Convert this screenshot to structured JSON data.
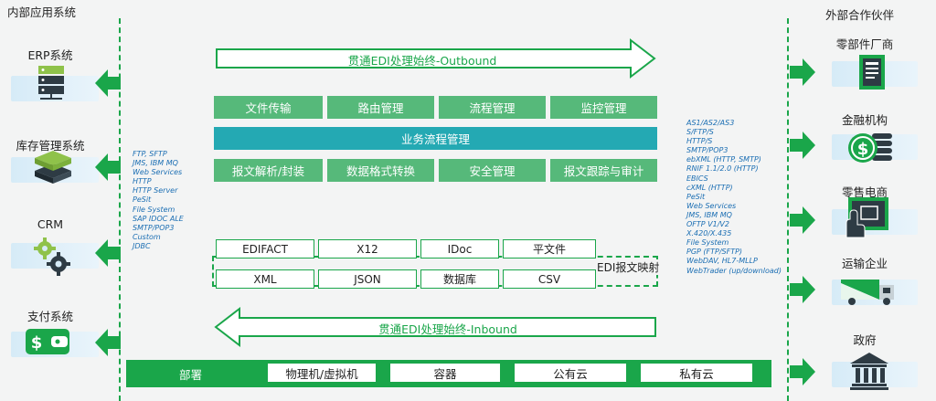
{
  "left_section": {
    "title": "内部应用系统"
  },
  "right_section": {
    "title": "外部合作伙伴"
  },
  "internal_systems": [
    {
      "label": "ERP系统",
      "icon": "server-rack-icon"
    },
    {
      "label": "库存管理系统",
      "icon": "stacked-layers-icon"
    },
    {
      "label": "CRM",
      "icon": "gears-icon"
    },
    {
      "label": "支付系统",
      "icon": "wallet-icon"
    }
  ],
  "external_partners": [
    {
      "label": "零部件厂商",
      "icon": "document-list-icon"
    },
    {
      "label": "金融机构",
      "icon": "coins-dollar-icon"
    },
    {
      "label": "零售电商",
      "icon": "touchscreen-hand-icon"
    },
    {
      "label": "运输企业",
      "icon": "truck-icon"
    },
    {
      "label": "政府",
      "icon": "government-building-icon"
    }
  ],
  "outbound_label": "贯通EDI处理始终-Outbound",
  "inbound_label": "贯通EDI处理始终-Inbound",
  "services_row1": [
    "文件传输",
    "路由管理",
    "流程管理",
    "监控管理"
  ],
  "business_flow": "业务流程管理",
  "services_row2": [
    "报文解析/封装",
    "数据格式转换",
    "安全管理",
    "报文跟踪与审计"
  ],
  "formats_row1": [
    "EDIFACT",
    "X12",
    "IDoc",
    "平文件"
  ],
  "formats_row2": [
    "XML",
    "JSON",
    "数据库",
    "CSV"
  ],
  "edi_mapping_label": "EDI报文映射",
  "left_protocols": [
    "FTP, SFTP",
    "JMS, IBM MQ",
    "Web Services",
    "HTTP",
    "HTTP Server",
    "PeSit",
    "File System",
    "SAP IDOC ALE",
    "SMTP/POP3",
    "Custom",
    "JDBC"
  ],
  "right_protocols": [
    "AS1/AS2/AS3",
    "S/FTP/S",
    "HTTP/S",
    "SMTP/POP3",
    "ebXML (HTTP, SMTP)",
    "RNIF 1.1/2.0 (HTTP)",
    "EBICS",
    "cXML (HTTP)",
    "PeSit",
    "Web Services",
    "JMS, IBM MQ",
    "OFTP V1/V2",
    "X.420/X.435",
    "File System",
    "PGP (FTP/SFTP)",
    "WebDAV, HL7-MLLP",
    "WebTrader (up/download)"
  ],
  "deployment": {
    "label": "部署",
    "options": [
      "物理机/虚拟机",
      "容器",
      "公有云",
      "私有云"
    ]
  },
  "colors": {
    "green": "#1aa64a",
    "light_green": "#56b97a",
    "teal": "#24a9b3",
    "protocol_blue": "#1b6eb3",
    "icon_dark": "#2e3b44",
    "icon_bg": "#d6ebf7"
  }
}
